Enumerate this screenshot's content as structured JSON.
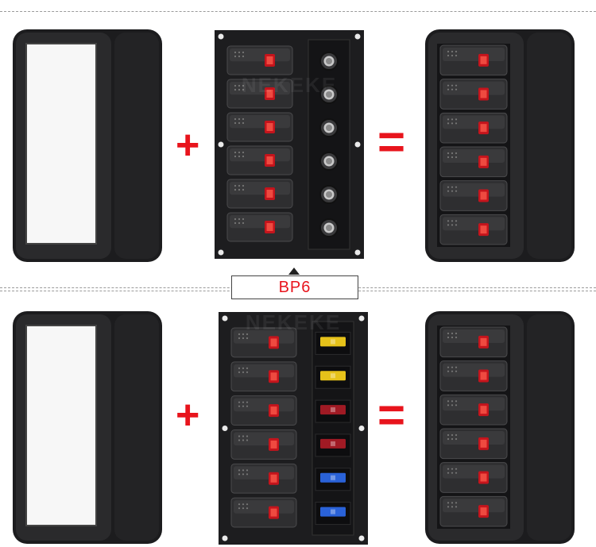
{
  "label": {
    "model": "BP6"
  },
  "watermark": "NEKEKE",
  "symbols": {
    "plus": "+",
    "equals": "="
  },
  "colors": {
    "accent_red": "#e8141c",
    "panel_black": "#1d1d1f",
    "switch_indicator": "#c4141c",
    "fuse_yellow": "#e6c21a",
    "fuse_red": "#a01a24",
    "fuse_blue": "#2a62d8"
  },
  "rows": [
    {
      "id": "top",
      "switch_count": 6,
      "side_components": "push-button-circuit-breakers"
    },
    {
      "id": "bottom",
      "switch_count": 6,
      "side_components": "blade-fuses",
      "fuse_colors": [
        "yellow",
        "yellow",
        "red",
        "red",
        "blue",
        "blue"
      ]
    }
  ]
}
